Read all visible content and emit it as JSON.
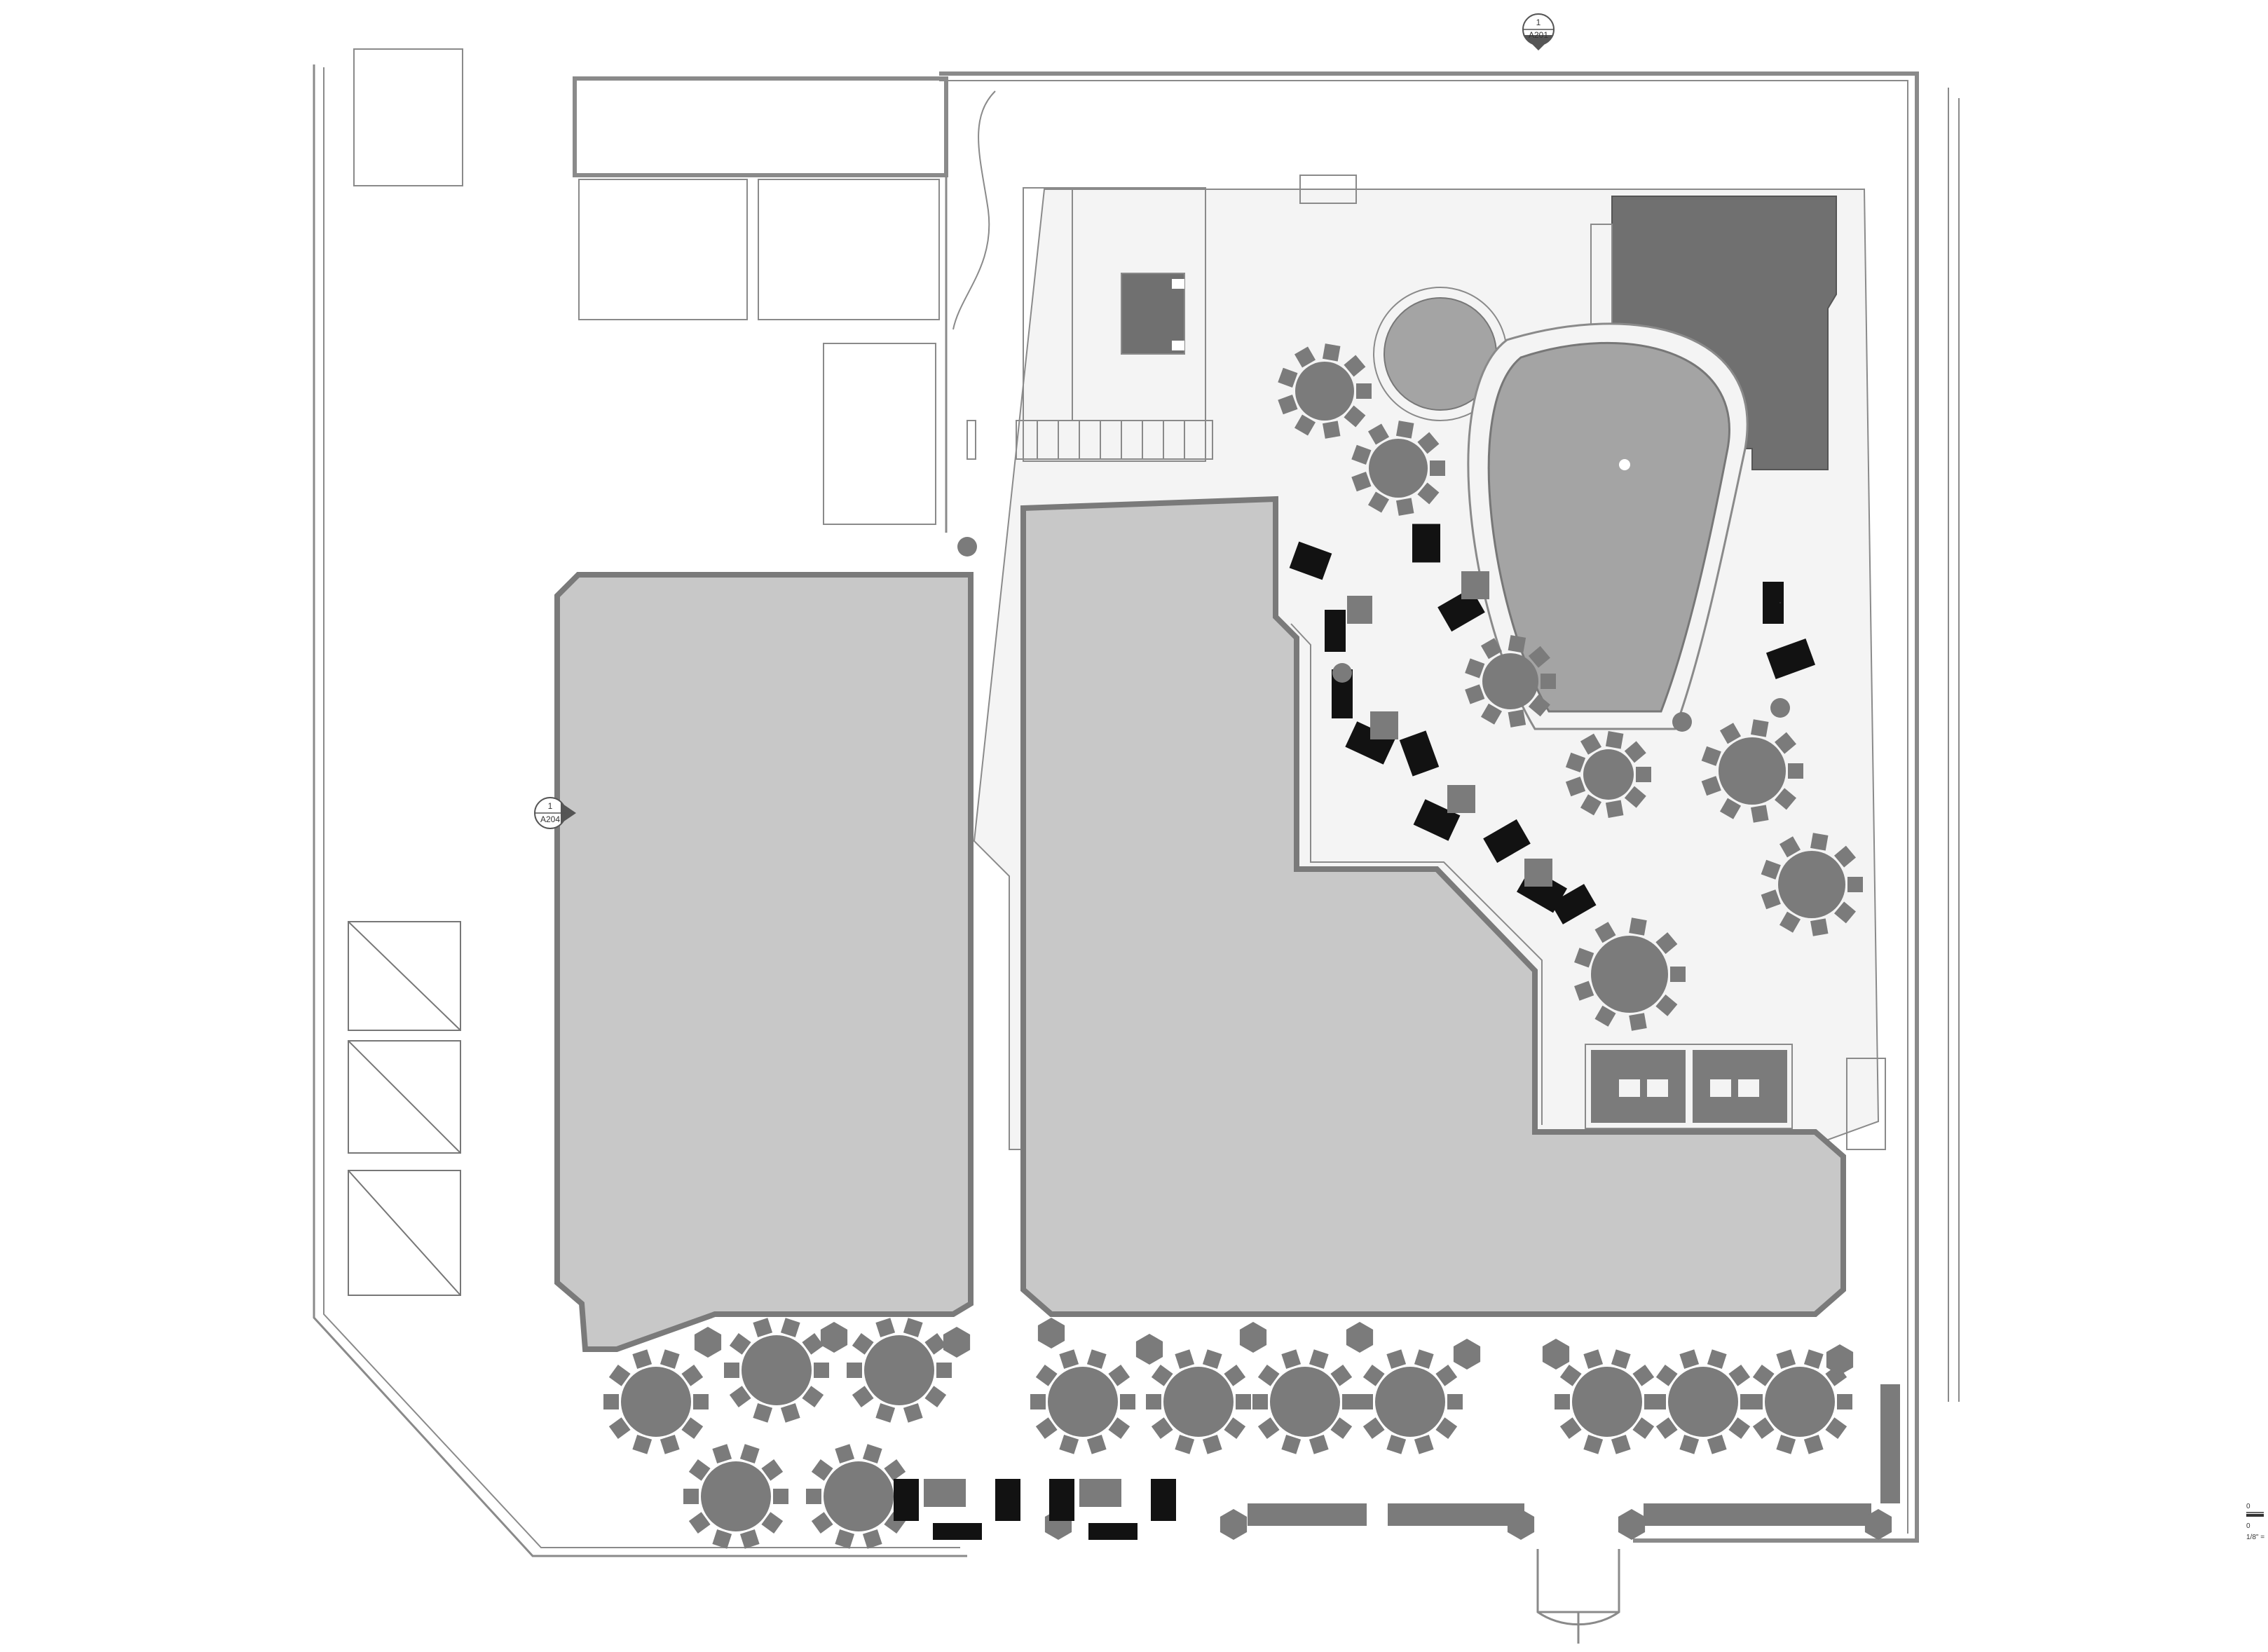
{
  "colors": {
    "background": "#ffffff",
    "ground": "#f4f4f4",
    "building": "#c8c8c8",
    "building_stroke": "#7a7a7a",
    "pool": "#a4a4a4",
    "dark_block": "#707070",
    "furniture": "#7b7b7b",
    "lounger": "#121212",
    "line": "#8a8a8a"
  },
  "section_markers": [
    {
      "number": "1",
      "sheet": "A201"
    },
    {
      "number": "1",
      "sheet": "A204"
    }
  ],
  "scale_bar": {
    "ticks": [
      "0",
      "0"
    ],
    "scale_label": "1/8\" ="
  }
}
